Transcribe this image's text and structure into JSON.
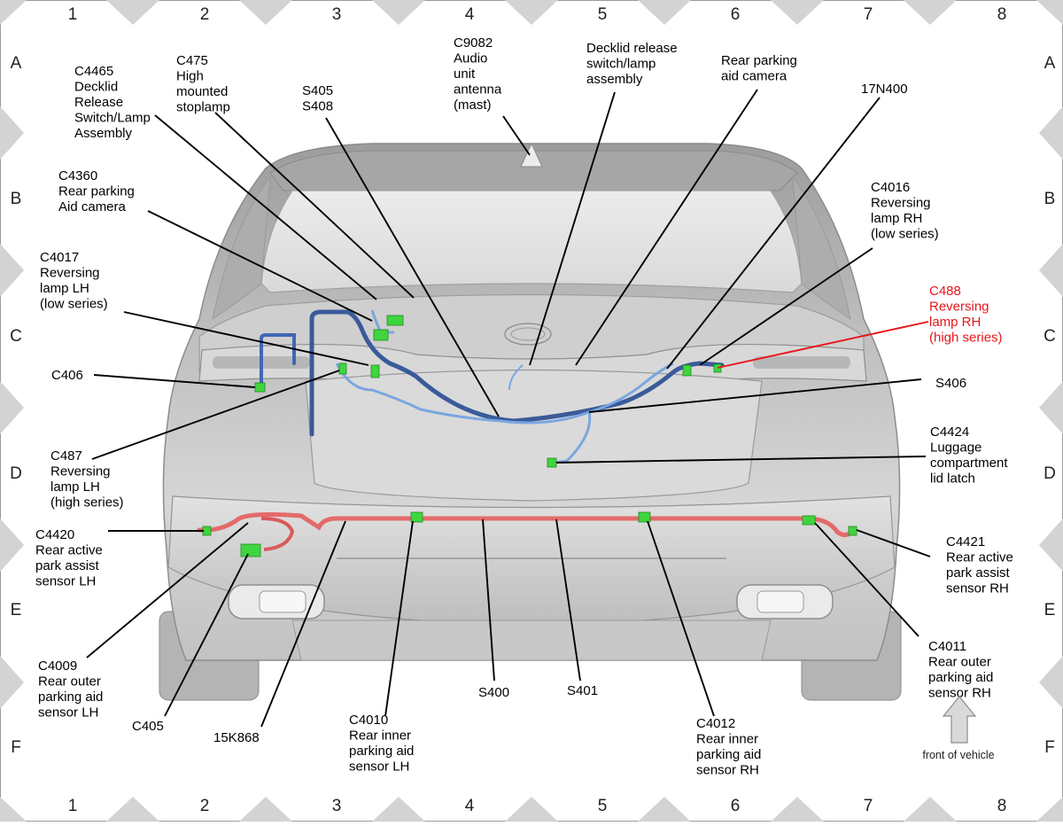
{
  "grid": {
    "columns": [
      "1",
      "2",
      "3",
      "4",
      "5",
      "6",
      "7",
      "8"
    ],
    "rows": [
      "A",
      "B",
      "C",
      "D",
      "E",
      "F"
    ]
  },
  "callouts": {
    "c4465": [
      "C4465",
      "Decklid",
      "Release",
      "Switch/Lamp",
      "Assembly"
    ],
    "c475": [
      "C475",
      "High",
      "mounted",
      "stoplamp"
    ],
    "s405": [
      "S405",
      "S408"
    ],
    "c9082": [
      "C9082",
      "Audio",
      "unit",
      "antenna",
      "(mast)"
    ],
    "decklid_switch": [
      "Decklid release",
      "switch/lamp",
      "assembly"
    ],
    "rear_cam": [
      "Rear parking",
      "aid camera"
    ],
    "n17n400": [
      "17N400"
    ],
    "c4360": [
      "C4360",
      "Rear parking",
      "Aid camera"
    ],
    "c4016": [
      "C4016",
      "Reversing",
      "lamp RH",
      "(low series)"
    ],
    "c4017": [
      "C4017",
      "Reversing",
      "lamp LH",
      "(low series)"
    ],
    "c488": [
      "C488",
      "Reversing",
      "lamp RH",
      "(high series)"
    ],
    "c406": [
      "C406"
    ],
    "s406": [
      "S406"
    ],
    "c487": [
      "C487",
      "Reversing",
      "lamp LH",
      "(high series)"
    ],
    "c4424": [
      "C4424",
      "Luggage",
      "compartment",
      "lid latch"
    ],
    "c4420": [
      "C4420",
      "Rear active",
      "park assist",
      "sensor LH"
    ],
    "c4421": [
      "C4421",
      "Rear active",
      "park assist",
      "sensor RH"
    ],
    "c4009": [
      "C4009",
      "Rear outer",
      "parking aid",
      "sensor LH"
    ],
    "c4011": [
      "C4011",
      "Rear outer",
      "parking aid",
      "sensor RH"
    ],
    "c405": [
      "C405"
    ],
    "k868": [
      "15K868"
    ],
    "c4010": [
      "C4010",
      "Rear inner",
      "parking aid",
      "sensor LH"
    ],
    "s400": [
      "S400"
    ],
    "s401": [
      "S401"
    ],
    "c4012": [
      "C4012",
      "Rear inner",
      "parking aid",
      "sensor RH"
    ]
  },
  "front_of_vehicle": "front of vehicle",
  "colors": {
    "highlight": "#e8161b",
    "harness_blue": "#7aa6e0",
    "harness_dark_blue": "#3a5a9a",
    "harness_red": "#e46a6a",
    "connector_green": "#3fd53f",
    "grid_triangle": "#d3d3d3"
  }
}
